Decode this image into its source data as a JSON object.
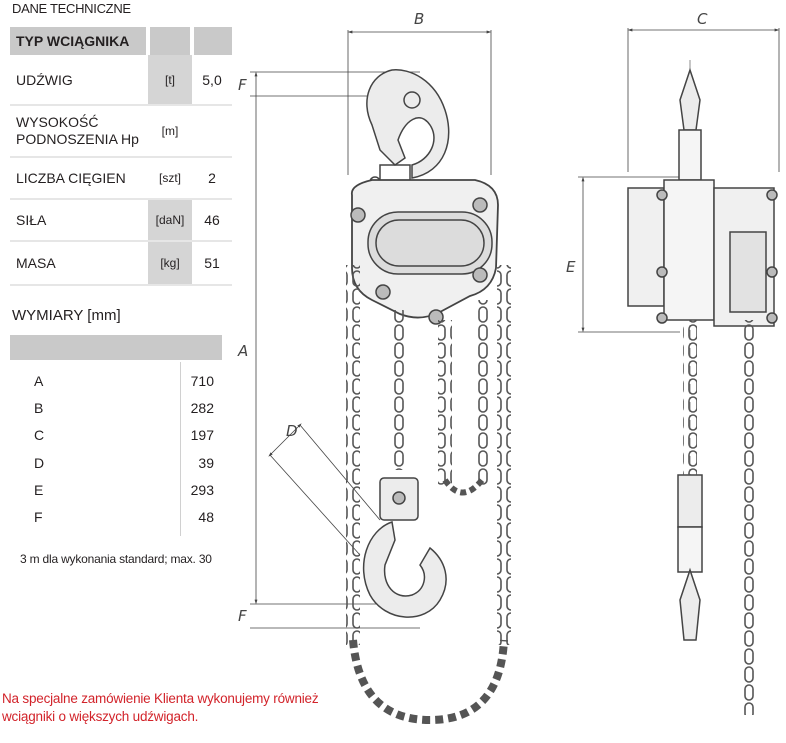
{
  "title": "DANE TECHNICZNE",
  "spec": {
    "header": "TYP WCIĄGNIKA",
    "rows": [
      {
        "label": "UDŹWIG",
        "unit": "[t]",
        "value": "5,0"
      },
      {
        "label": "WYSOKOŚĆ PODNOSZENIA Hp",
        "unit": "[m]",
        "value": ""
      },
      {
        "label": "LICZBA CIĘGIEN",
        "unit": "[szt]",
        "value": "2"
      },
      {
        "label": "SIŁA",
        "unit": "[daN]",
        "value": "46"
      },
      {
        "label": "MASA",
        "unit": "[kg]",
        "value": "51"
      }
    ]
  },
  "dimensions": {
    "title": "WYMIARY [mm]",
    "rows": [
      {
        "key": "A",
        "value": "710"
      },
      {
        "key": "B",
        "value": "282"
      },
      {
        "key": "C",
        "value": "197"
      },
      {
        "key": "D",
        "value": "39"
      },
      {
        "key": "E",
        "value": "293"
      },
      {
        "key": "F",
        "value": "48"
      }
    ]
  },
  "note": "3 m dla wykonania standard; max. 30",
  "footer": "Na specjalne zamówienie Klienta wykonujemy również wciągniki o większych udźwigach.",
  "drawing_labels": {
    "A": "A",
    "B": "B",
    "C": "C",
    "D": "D",
    "E": "E",
    "F_top": "F",
    "F_bottom": "F"
  },
  "colors": {
    "header_bg": "#c9c9c9",
    "unit_bg": "#d5d5d5",
    "footer_text": "#d2232a",
    "line": "#444444"
  }
}
